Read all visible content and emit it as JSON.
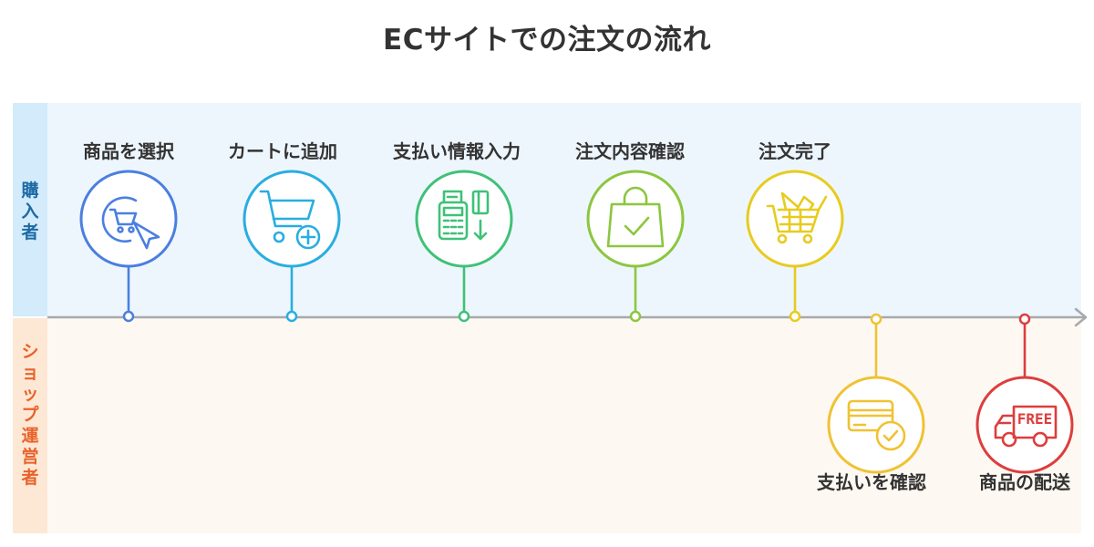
{
  "title": "ECサイトでの注文の流れ",
  "lanes": {
    "buyer": "購入者",
    "shop": "ショップ運営者"
  },
  "colors": {
    "buyer_band": "#eef6fd",
    "shop_band": "#fef8f2",
    "buyer_lane": "#d3ebfa",
    "shop_lane": "#fde8d6",
    "timeline": "#a7a9ac"
  },
  "steps": [
    {
      "label": "商品を選択",
      "icon": "cart-cursor-icon",
      "color": "#4a7fe0",
      "lane": "buyer"
    },
    {
      "label": "カートに追加",
      "icon": "cart-add-icon",
      "color": "#29ade0",
      "lane": "buyer"
    },
    {
      "label": "支払い情報入力",
      "icon": "payment-terminal-icon",
      "color": "#3fc178",
      "lane": "buyer"
    },
    {
      "label": "注文内容確認",
      "icon": "bag-check-icon",
      "color": "#8cc63e",
      "lane": "buyer"
    },
    {
      "label": "注文完了",
      "icon": "full-cart-icon",
      "color": "#e8cb1e",
      "lane": "buyer"
    },
    {
      "label": "支払いを確認",
      "icon": "card-check-icon",
      "color": "#f0c233",
      "lane": "shop"
    },
    {
      "label": "商品の配送",
      "icon": "delivery-truck-icon",
      "color": "#dd3d3d",
      "lane": "shop",
      "badge": "FREE"
    }
  ]
}
